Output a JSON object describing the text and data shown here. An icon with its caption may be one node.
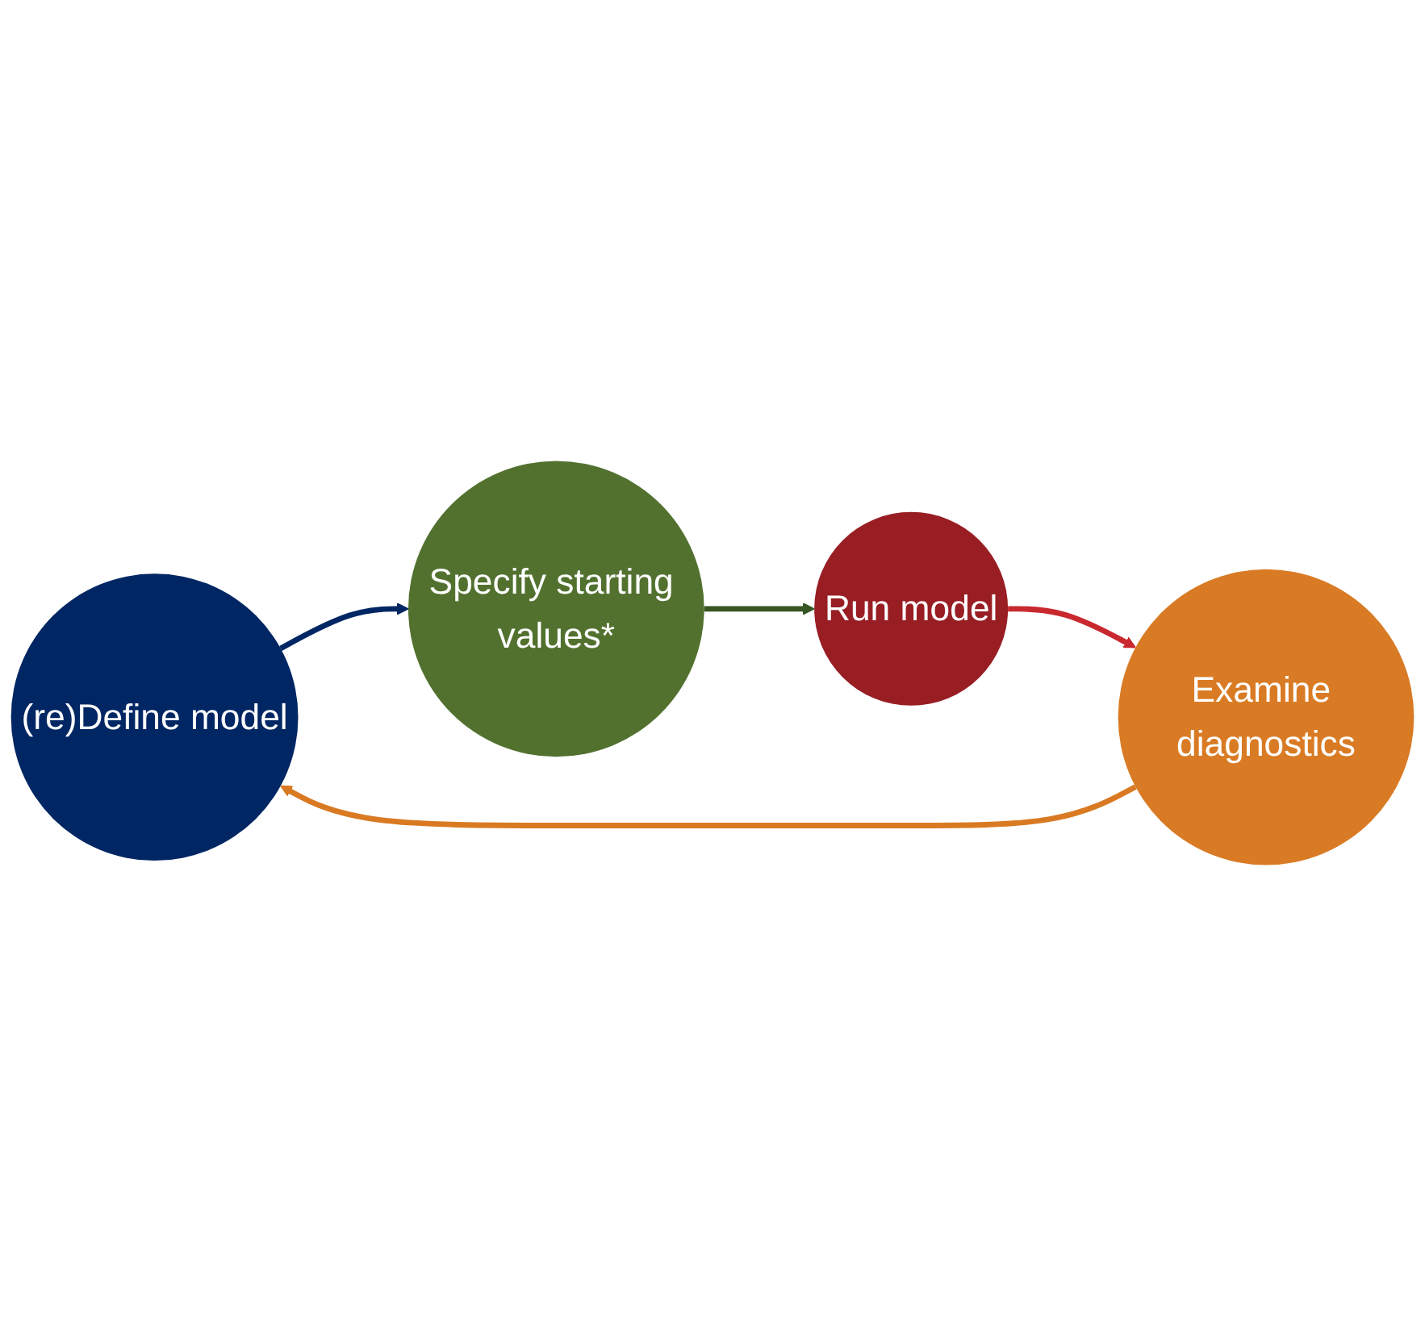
{
  "diagram": {
    "nodes": [
      {
        "text": [
          "(re)Define model"
        ]
      },
      {
        "text": [
          "Specify starting values*"
        ]
      },
      {
        "text": [
          "Run model"
        ]
      },
      {
        "text": [
          "Examine diagnostics"
        ]
      }
    ],
    "edges": [
      {
        "from": 0,
        "to": 1,
        "arrow": "to",
        "color": "#002663"
      },
      {
        "from": 1,
        "to": 2,
        "arrow": "to",
        "color": "#375623"
      },
      {
        "from": 2,
        "to": 3,
        "arrow": "to",
        "color": "#c8282e"
      },
      {
        "from": 3,
        "to": 0,
        "arrow": "to",
        "color": "#d97a23"
      }
    ]
  }
}
